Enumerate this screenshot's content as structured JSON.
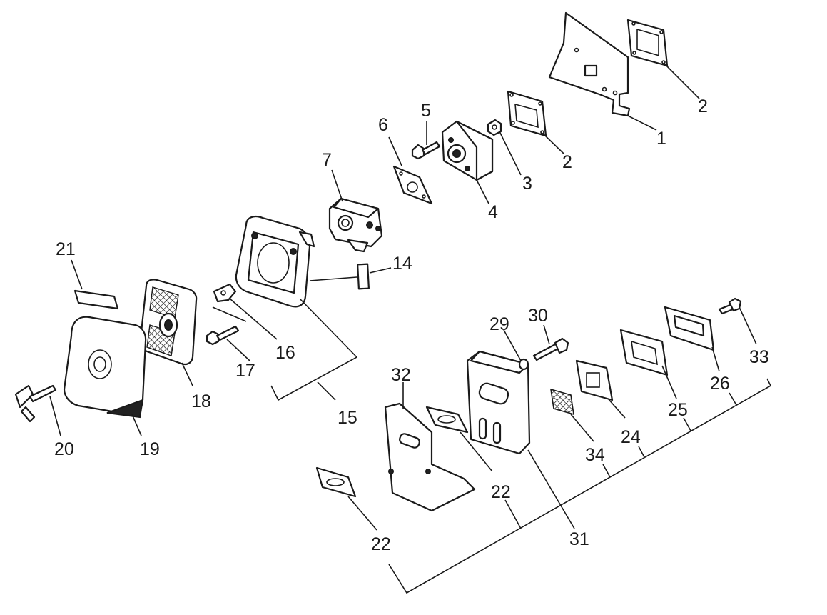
{
  "callouts": {
    "c1": "1",
    "c2a": "2",
    "c2b": "2",
    "c3": "3",
    "c4": "4",
    "c5": "5",
    "c6": "6",
    "c7": "7",
    "c14": "14",
    "c15": "15",
    "c16": "16",
    "c17": "17",
    "c18": "18",
    "c19": "19",
    "c20": "20",
    "c21": "21",
    "c22a": "22",
    "c22b": "22",
    "c24": "24",
    "c25": "25",
    "c26": "26",
    "c29": "29",
    "c30": "30",
    "c31": "31",
    "c32": "32",
    "c33": "33",
    "c34": "34"
  }
}
